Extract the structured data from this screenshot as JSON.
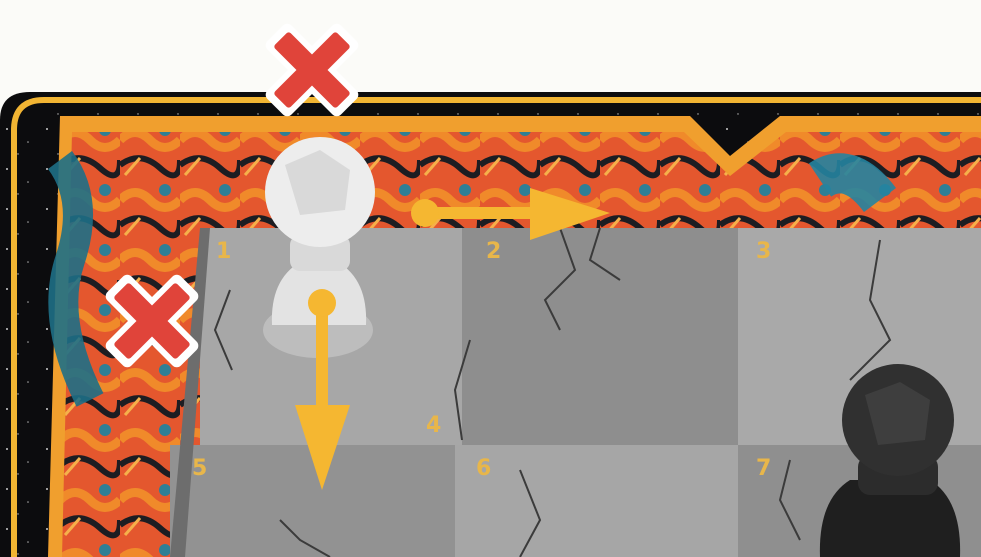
{
  "board": {
    "squares": [
      {
        "label": "1"
      },
      {
        "label": "2"
      },
      {
        "label": "3"
      },
      {
        "label": "4"
      },
      {
        "label": "5"
      },
      {
        "label": "6"
      },
      {
        "label": "7"
      }
    ]
  },
  "colors": {
    "frame_outer": "#111111",
    "frame_trim": "#f2b533",
    "square_light": "#a7a7a7",
    "square_dark": "#8f8f8f",
    "square_number": "#e8b64a",
    "arrow": "#f5b731",
    "blocked_mark": "#e0443a",
    "white_pawn": "#e9e9e9",
    "black_pawn": "#2a2a2a"
  },
  "pieces": [
    {
      "name": "white-pawn",
      "color": "white"
    },
    {
      "name": "black-pawn",
      "color": "black"
    }
  ],
  "markers": {
    "allowed_moves": [
      "right",
      "down"
    ],
    "blocked_moves": [
      "up",
      "left"
    ]
  }
}
